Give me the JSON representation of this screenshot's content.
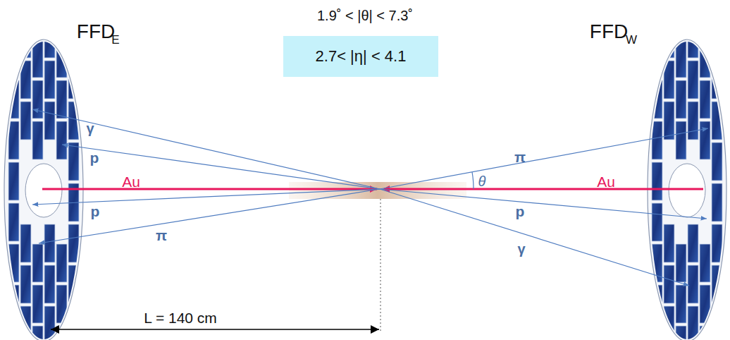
{
  "diagram": {
    "nodes": [
      {
        "text": [
          "2.7< |η| < 4.1"
        ]
      }
    ],
    "labels": [
      "1.9˚ < |θ| < 7.3˚",
      "FFD",
      "E",
      "FFD",
      "W",
      "Au",
      "Au",
      "γ",
      "p",
      "p",
      "π",
      "π",
      "θ",
      "p",
      "γ",
      "L = 140 cm"
    ]
  }
}
